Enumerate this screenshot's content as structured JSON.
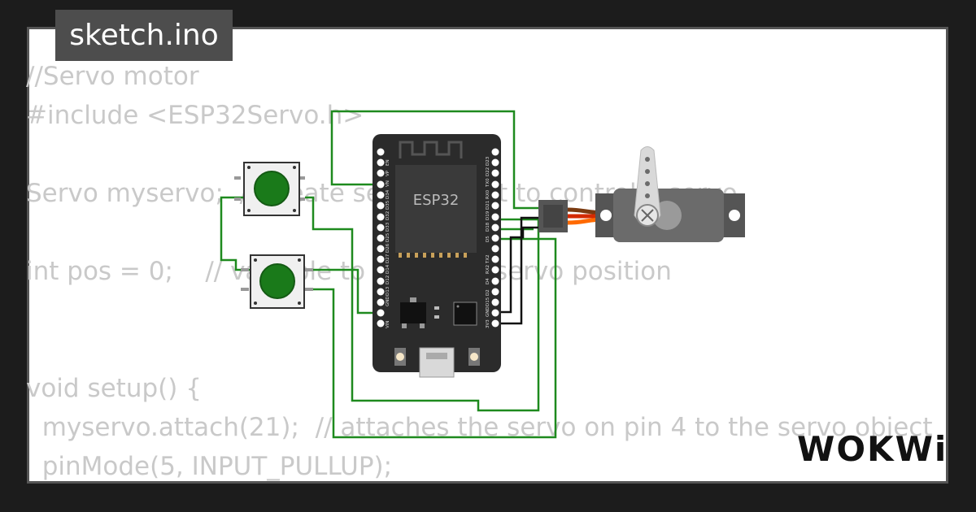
{
  "tab": {
    "filename": "sketch.ino"
  },
  "code_lines": [
    "//Servo motor",
    "#include <ESP32Servo.h>",
    "",
    "Servo myservo;  // create servo object to control a servo",
    "",
    "int pos = 0;    // variable to store the servo position",
    "",
    "",
    "void setup() {",
    "  myservo.attach(21);  // attaches the servo on pin 4 to the servo object",
    "  pinMode(5, INPUT_PULLUP);"
  ],
  "esp32": {
    "label": "ESP32",
    "left_pins": [
      "EN",
      "VP",
      "VN",
      "D34",
      "D35",
      "D32",
      "D33",
      "D25",
      "D26",
      "D27",
      "D14",
      "D12",
      "D13",
      "GND",
      "VIN"
    ],
    "right_pins": [
      "D23",
      "D22",
      "TX0",
      "RX0",
      "D21",
      "D19",
      "D18",
      "D5",
      "TX2",
      "RX2",
      "D4",
      "D2",
      "D15",
      "GND",
      "3V3"
    ]
  },
  "logo": {
    "text": "WOKWi"
  },
  "colors": {
    "wire_green": "#1e8a1e",
    "wire_black": "#111111",
    "board": "#2b2b2b",
    "button_cap": "#1a7a1a",
    "servo_body": "#6b6b6b",
    "servo_wire_orange": "#ff6a00",
    "servo_wire_red": "#d42a00",
    "servo_wire_brown": "#7a3a10"
  }
}
